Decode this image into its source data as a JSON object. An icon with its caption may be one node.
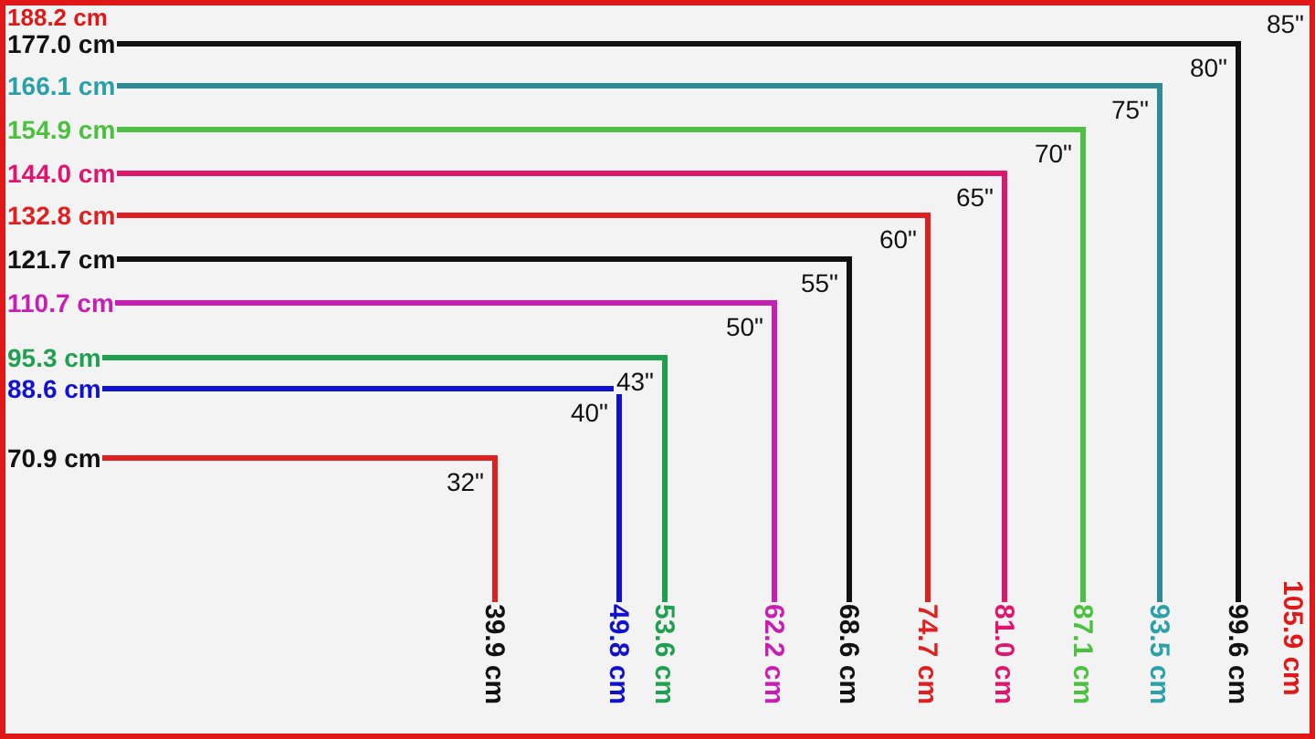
{
  "diagram": {
    "nodes": [
      {
        "text": [
          "177.0 cm"
        ]
      },
      {
        "text": [
          "166.1 cm"
        ]
      },
      {
        "text": [
          "154.9 cm"
        ]
      },
      {
        "text": [
          "144.0 cm"
        ]
      },
      {
        "text": [
          "132.8 cm"
        ]
      },
      {
        "text": [
          "121.7 cm"
        ]
      },
      {
        "text": [
          "110.7 cm"
        ]
      },
      {
        "text": [
          "95.3 cm"
        ]
      },
      {
        "text": [
          "88.6 cm"
        ]
      },
      {
        "text": [
          "70.9 cm"
        ]
      },
      {
        "text": [
          "39.9 cm"
        ]
      },
      {
        "text": [
          "49.8 cm"
        ]
      },
      {
        "text": [
          "53.6 cm"
        ]
      },
      {
        "text": [
          "62.2 cm"
        ]
      },
      {
        "text": [
          "68.6 cm"
        ]
      },
      {
        "text": [
          "74.7 cm"
        ]
      },
      {
        "text": [
          "81.0 cm"
        ]
      },
      {
        "text": [
          "87.1 cm"
        ]
      },
      {
        "text": [
          "93.5 cm"
        ]
      },
      {
        "text": [
          "99.6 cm"
        ]
      }
    ],
    "edges": [
      {
        "from": 0,
        "to": 19,
        "arrow": "none",
        "label": "80\"",
        "color": "#111111"
      },
      {
        "from": 1,
        "to": 18,
        "arrow": "none",
        "label": "75\"",
        "color": "#2e8a94"
      },
      {
        "from": 2,
        "to": 17,
        "arrow": "none",
        "label": "70\"",
        "color": "#4cc040"
      },
      {
        "from": 3,
        "to": 16,
        "arrow": "none",
        "label": "65\"",
        "color": "#e0156e"
      },
      {
        "from": 4,
        "to": 15,
        "arrow": "none",
        "label": "60\"",
        "color": "#e02020"
      },
      {
        "from": 5,
        "to": 14,
        "arrow": "none",
        "label": "55\"",
        "color": "#111111"
      },
      {
        "from": 6,
        "to": 13,
        "arrow": "none",
        "label": "50\"",
        "color": "#c81eb4"
      },
      {
        "from": 7,
        "to": 12,
        "arrow": "none",
        "label": "43\"",
        "color": "#1fa050"
      },
      {
        "from": 8,
        "to": 11,
        "arrow": "none",
        "label": "40\"",
        "color": "#1010d0"
      },
      {
        "from": 9,
        "to": 10,
        "arrow": "none",
        "label": "32\"",
        "color": "#e0201e"
      }
    ],
    "labels": [
      "188.2 cm",
      "85\"",
      "105.9 cm"
    ]
  }
}
